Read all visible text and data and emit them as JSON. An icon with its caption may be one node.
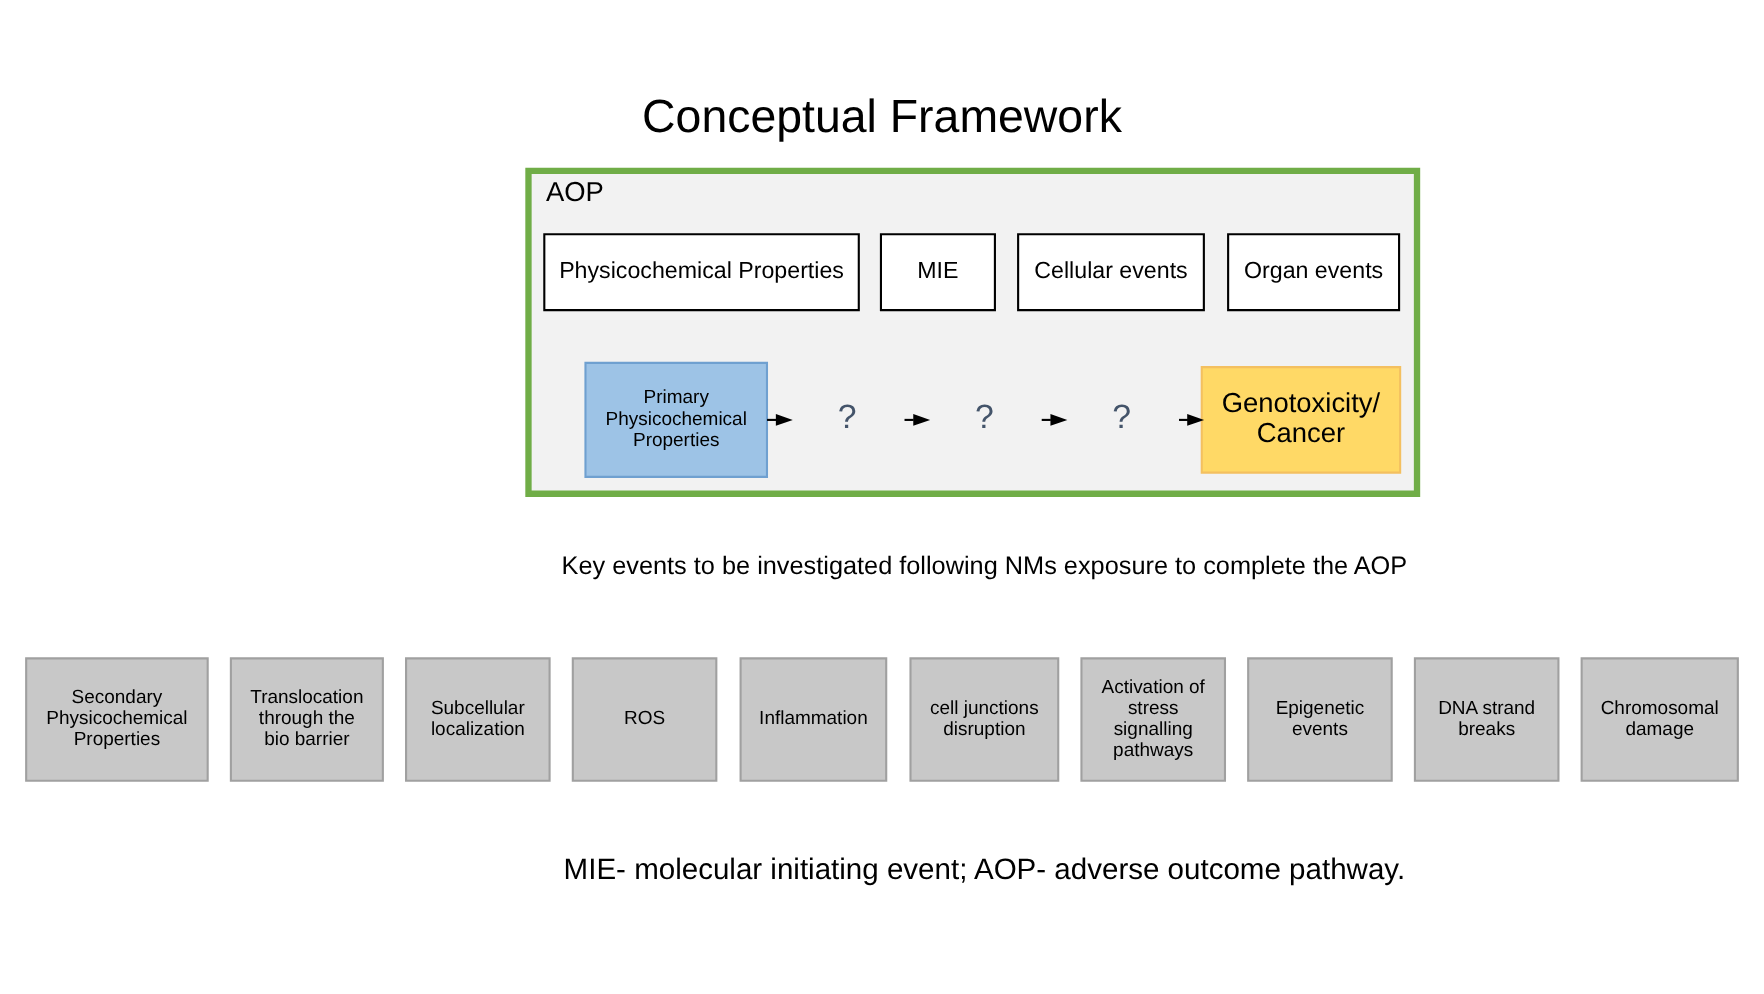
{
  "diagram": {
    "title": "Conceptual Framework",
    "caption": "MIE- molecular initiating event; AOP- adverse outcome pathway.",
    "nodes": [
      {
        "text": [
          "AOP"
        ]
      },
      {
        "text": [
          "Physicochemical Properties"
        ],
        "in": 0
      },
      {
        "text": [
          "MIE"
        ],
        "in": 0
      },
      {
        "text": [
          "Cellular events"
        ],
        "in": 0
      },
      {
        "text": [
          "Organ events"
        ],
        "in": 0
      },
      {
        "text": [
          "Primary Physicochemical Properties"
        ],
        "in": 0
      },
      {
        "text": [
          "?"
        ],
        "in": 0
      },
      {
        "text": [
          "?"
        ],
        "in": 0
      },
      {
        "text": [
          "?"
        ],
        "in": 0
      },
      {
        "text": [
          "Genotoxicity/ Cancer"
        ],
        "in": 0
      },
      {
        "text": [
          "Secondary Physicochemical Properties"
        ]
      },
      {
        "text": [
          "Translocation through the bio barrier"
        ]
      },
      {
        "text": [
          "Subcellular localization"
        ]
      },
      {
        "text": [
          "ROS"
        ]
      },
      {
        "text": [
          "Inflammation"
        ]
      },
      {
        "text": [
          "cell junctions disruption"
        ]
      },
      {
        "text": [
          "Activation of stress signalling pathways"
        ]
      },
      {
        "text": [
          "Epigenetic events"
        ]
      },
      {
        "text": [
          "DNA strand breaks"
        ]
      },
      {
        "text": [
          "Chromosomal damage"
        ]
      }
    ],
    "edges": [
      {
        "from": 5,
        "to": 6,
        "arrow": "to",
        "style": "dashed"
      },
      {
        "from": 6,
        "to": 7,
        "arrow": "to",
        "style": "dashed"
      },
      {
        "from": 7,
        "to": 8,
        "arrow": "to",
        "style": "dashed"
      },
      {
        "from": 8,
        "to": 9,
        "arrow": "to",
        "style": "dashed"
      }
    ],
    "labels": [
      "Key events to be investigated following NMs exposure to complete the AOP"
    ]
  }
}
